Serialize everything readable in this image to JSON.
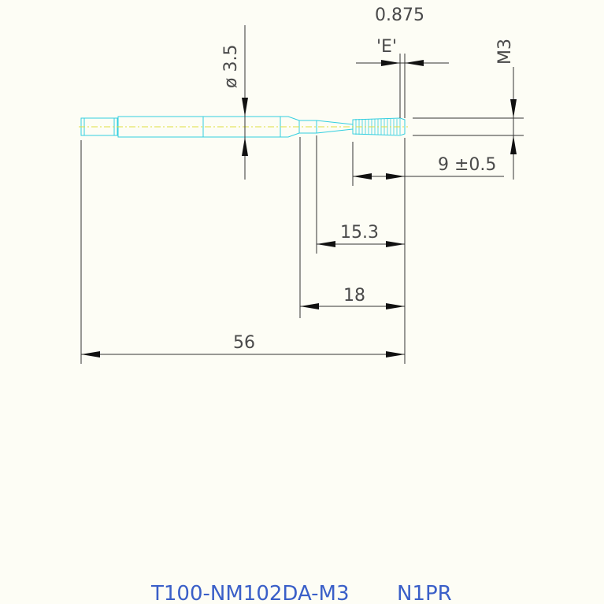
{
  "dimensions": {
    "overall_length": "56",
    "neck_length": "18",
    "flute_length": "15.3",
    "thread_length": "9 ±0.5",
    "shank_diameter": "ø 3.5",
    "thread_size": "M3",
    "chamfer_label": "'E'",
    "chamfer_value": "0.875"
  },
  "title": {
    "part_number": "T100-NM102DA-M3",
    "code": "N1PR"
  },
  "colors": {
    "background": "#fdfdf5",
    "outline": "#33cfe0",
    "centerline": "#e0e040",
    "dimension": "#333333",
    "title": "#3a5fc8"
  }
}
